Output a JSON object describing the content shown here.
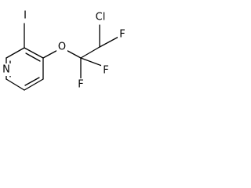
{
  "molecule": {
    "atoms": {
      "n": "N",
      "i": "I",
      "o": "O",
      "cl": "Cl",
      "f_top": "F",
      "f_right": "F",
      "f_bottom": "F"
    },
    "colors": {
      "bond": "#000000",
      "label": "#000000",
      "background": "#ffffff"
    }
  }
}
